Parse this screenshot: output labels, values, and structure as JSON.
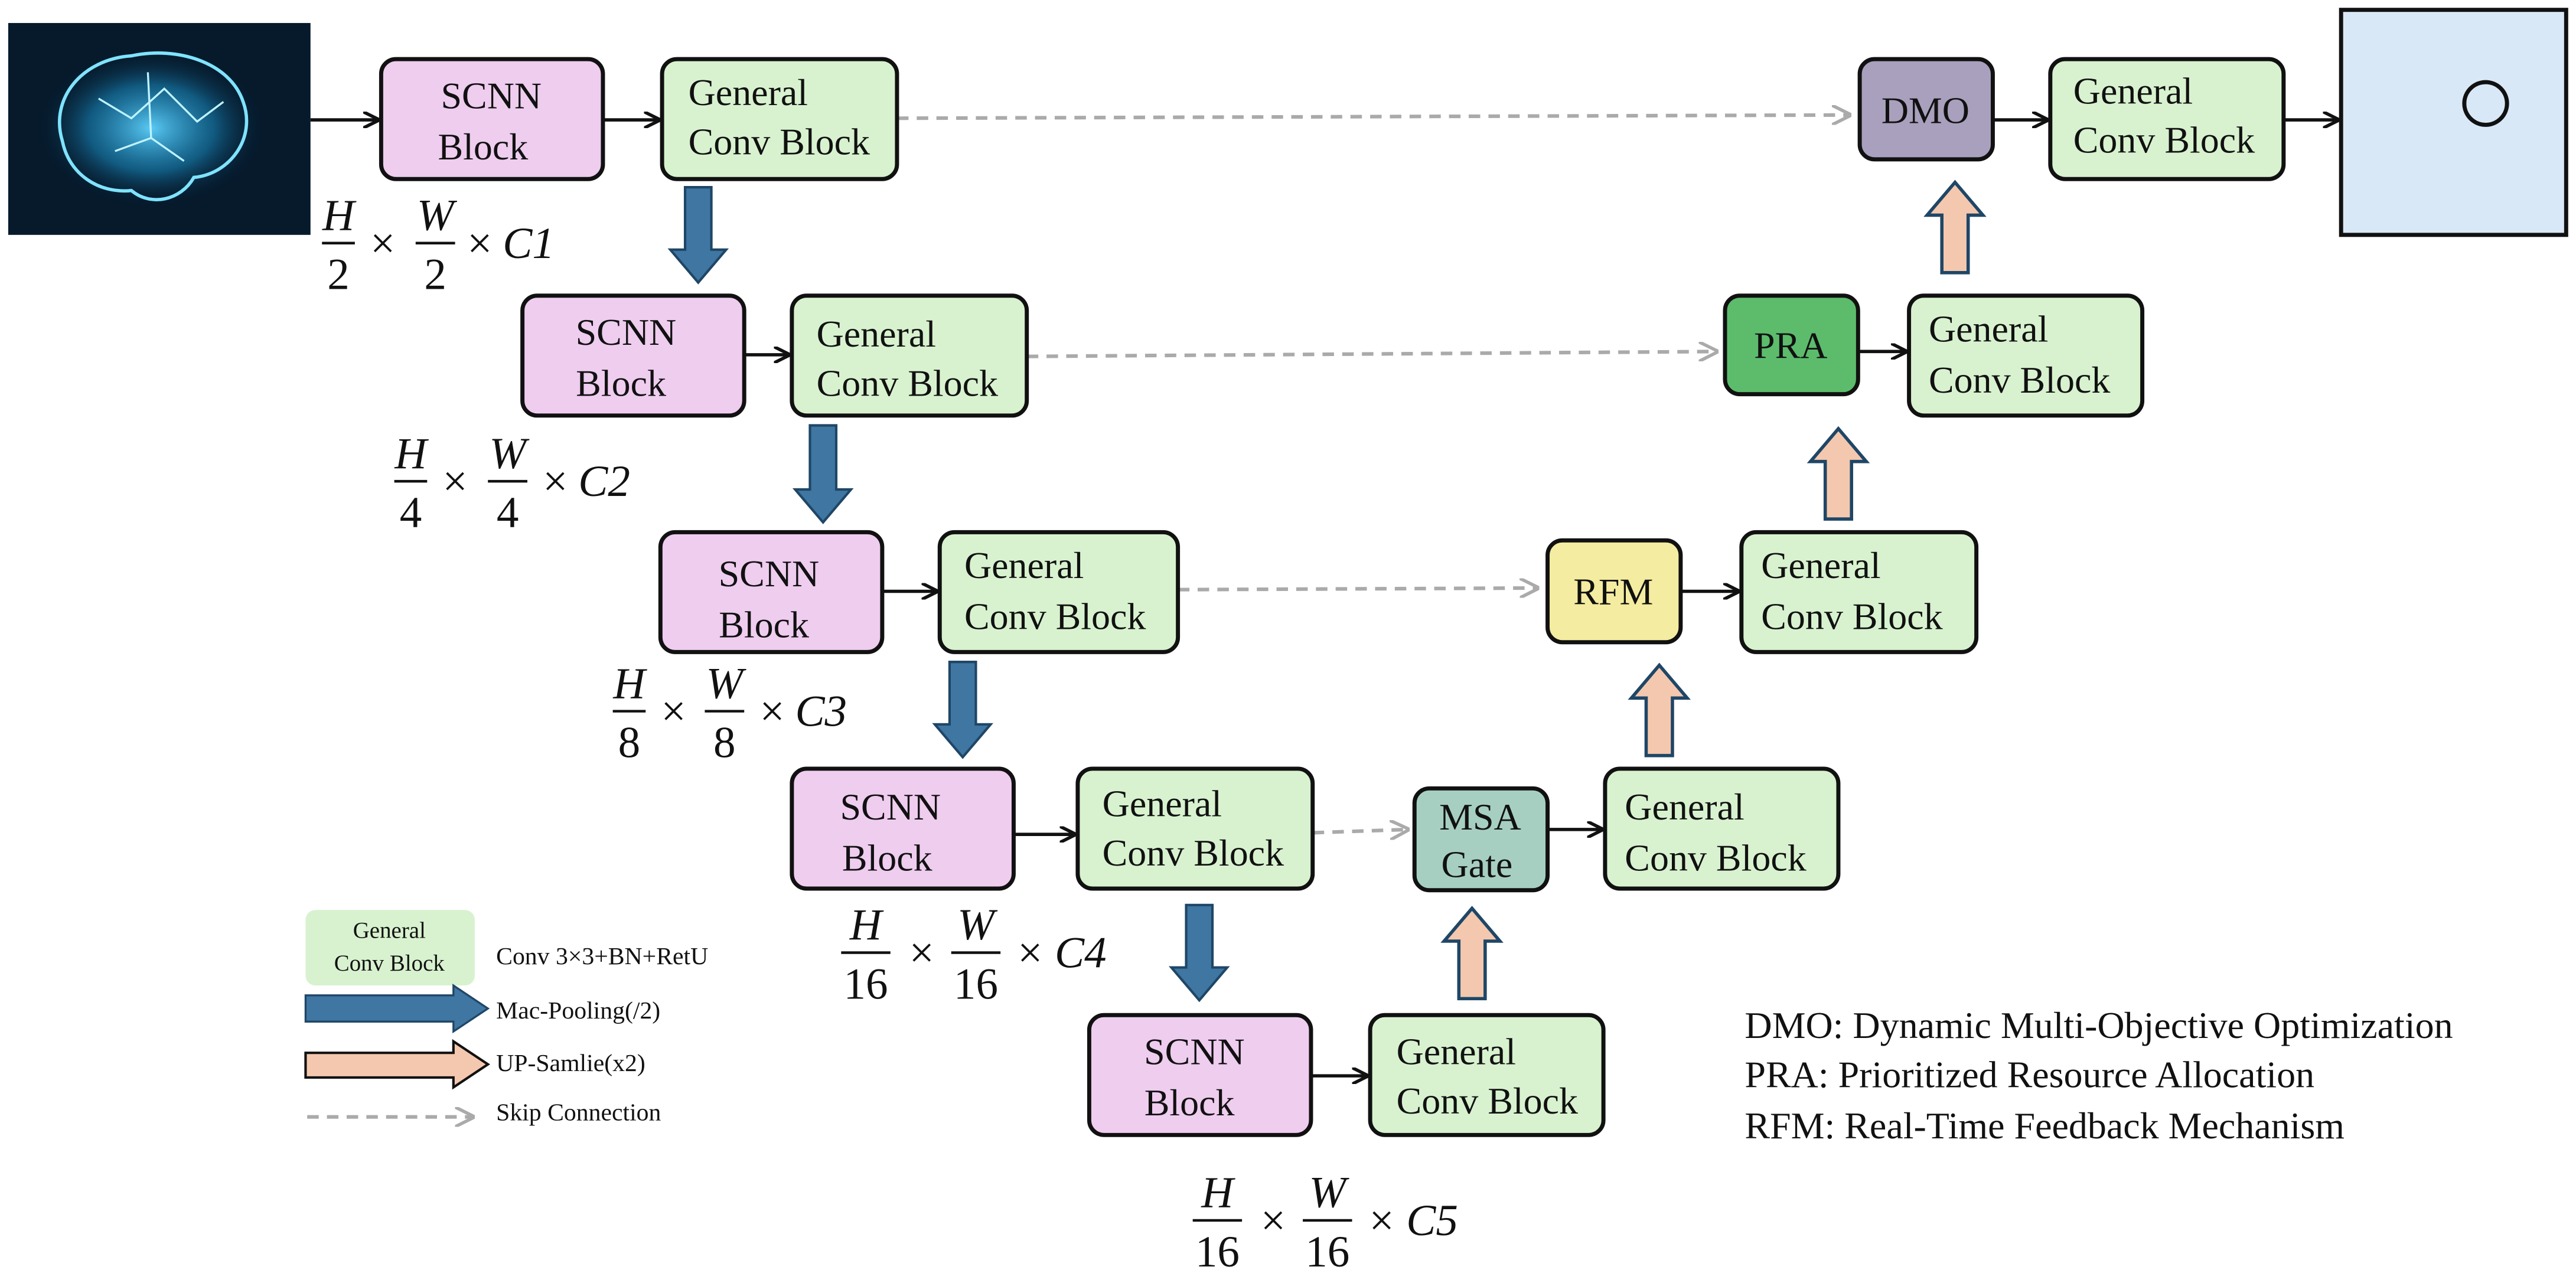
{
  "colors": {
    "scnn_fill": "#EFCDEF",
    "conv_fill": "#D8F2CF",
    "dmo_fill": "#A9A0BD",
    "pra_fill": "#5CBC6C",
    "rfm_fill": "#F4ECA0",
    "msa_fill": "#A6CFC2",
    "output_fill": "#D9E8F7",
    "pool_arrow": "#3F76A2",
    "up_arrow": "#F4C8AE",
    "skip": "#AAAAAA",
    "image_bg": "#061a2c",
    "image_glow": "#29b7e8"
  },
  "input_image": {
    "icon": "brain-network-image"
  },
  "output_icon": "circle-icon",
  "blocks": {
    "scnn": [
      "SCNN",
      "Block"
    ],
    "conv": [
      "General",
      "Conv Block"
    ],
    "dmo": "DMO",
    "pra": "PRA",
    "rfm": "RFM",
    "msa": [
      "MSA",
      "Gate"
    ]
  },
  "dims": [
    {
      "h": "H",
      "hd": "2",
      "w": "W",
      "wd": "2",
      "c": "C1"
    },
    {
      "h": "H",
      "hd": "4",
      "w": "W",
      "wd": "4",
      "c": "C2"
    },
    {
      "h": "H",
      "hd": "8",
      "w": "W",
      "wd": "8",
      "c": "C3"
    },
    {
      "h": "H",
      "hd": "16",
      "w": "W",
      "wd": "16",
      "c": "C4"
    },
    {
      "h": "H",
      "hd": "16",
      "w": "W",
      "wd": "16",
      "c": "C5"
    }
  ],
  "times": "×",
  "legend": {
    "conv_box": [
      "General",
      "Conv Block"
    ],
    "conv_desc": "Conv 3×3+BN+RetU",
    "pool_desc": "Mac-Pooling(/2)",
    "up_desc": "UP-Samlie(x2)",
    "skip_desc": "Skip Connection"
  },
  "abbreviations": [
    "DMO: Dynamic Multi-Objective Optimization",
    "PRA: Prioritized Resource Allocation",
    "RFM: Real-Time Feedback Mechanism"
  ]
}
